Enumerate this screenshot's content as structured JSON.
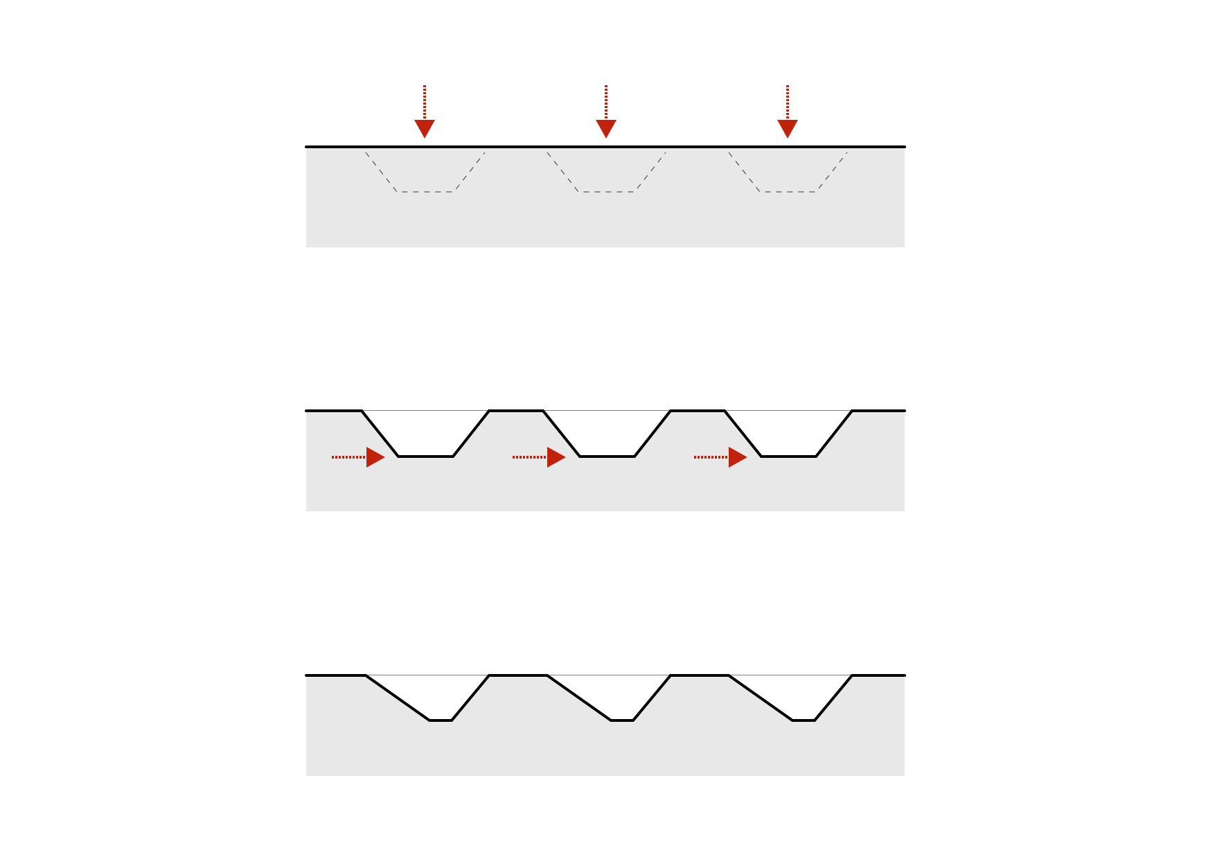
{
  "diagram": {
    "stages": [
      {
        "id": "stage-1",
        "state": "flat surface with pressing tools",
        "arrow_direction": "down"
      },
      {
        "id": "stage-2",
        "state": "symmetric trapezoidal grooves with sideways push",
        "arrow_direction": "right"
      },
      {
        "id": "stage-3",
        "state": "skewed grooves after sideways deformation",
        "arrow_direction": "none"
      }
    ],
    "grooves_per_stage": 3,
    "colors": {
      "arrow": "#c0220c",
      "surface": "#000000",
      "background_block": "#e8e8e8",
      "page": "#ffffff"
    }
  }
}
